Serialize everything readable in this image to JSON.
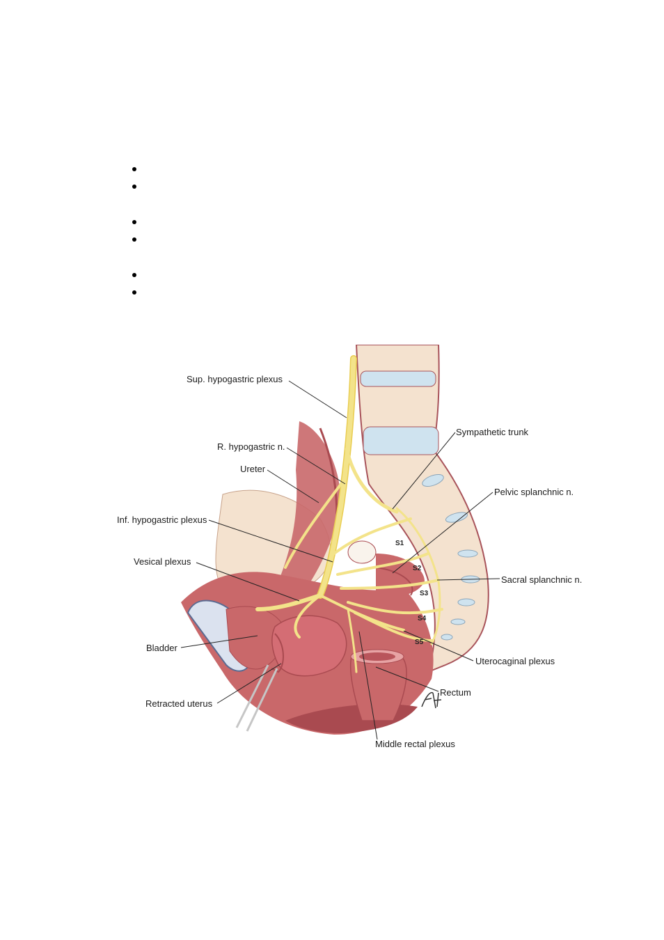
{
  "bullet_list": {
    "count": 6
  },
  "figure": {
    "labels": {
      "sup_hypogastric_plexus": "Sup. hypogastric plexus",
      "r_hypogastric_n": "R. hypogastric n.",
      "ureter": "Ureter",
      "inf_hypogastric_plexus": "Inf. hypogastric plexus",
      "vesical_plexus": "Vesical plexus",
      "bladder": "Bladder",
      "retracted_uterus": "Retracted uterus",
      "sympathetic_trunk": "Sympathetic trunk",
      "pelvic_splanchnic_n": "Pelvic splanchnic n.",
      "sacral_splanchnic_n": "Sacral splanchnic n.",
      "uterocaginal_plexus": "Uterocaginal plexus",
      "rectum": "Rectum",
      "middle_rectal_plexus": "Middle rectal plexus"
    },
    "sacral_segments": [
      "S1",
      "S2",
      "S3",
      "S4",
      "S5"
    ],
    "signature": "FH",
    "colors": {
      "nerve": "#f3e38a",
      "muscle": "#c9686a",
      "muscle_dark": "#a94a50",
      "bone": "#f4e2cf",
      "disc": "#cfe3ef",
      "bladder_wall": "#dbe2ef"
    }
  }
}
